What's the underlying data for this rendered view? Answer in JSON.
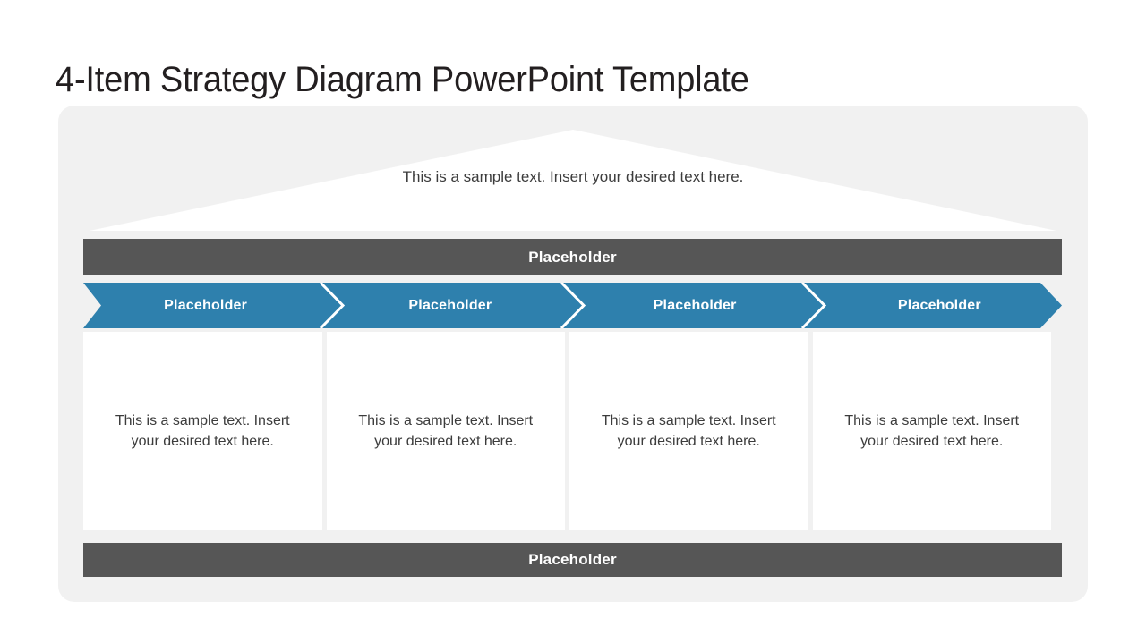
{
  "slide": {
    "title": "4-Item Strategy Diagram PowerPoint Template"
  },
  "diagram": {
    "roof": {
      "text": "This is a sample text. Insert your desired text here."
    },
    "top_bar": {
      "label": "Placeholder"
    },
    "bottom_bar": {
      "label": "Placeholder"
    },
    "steps": [
      {
        "label": "Placeholder",
        "body": "This is a sample text. Insert your desired text here."
      },
      {
        "label": "Placeholder",
        "body": "This is a sample text. Insert your desired text here."
      },
      {
        "label": "Placeholder",
        "body": "This is a sample text. Insert your desired text here."
      },
      {
        "label": "Placeholder",
        "body": "This is a sample text. Insert your desired text here."
      }
    ],
    "colors": {
      "panel_background": "#f1f1f1",
      "bar_gray": "#565656",
      "chevron_blue": "#2e80ad",
      "card_white": "#ffffff",
      "text_dark": "#3c3c3c",
      "title_dark": "#231f20"
    }
  }
}
